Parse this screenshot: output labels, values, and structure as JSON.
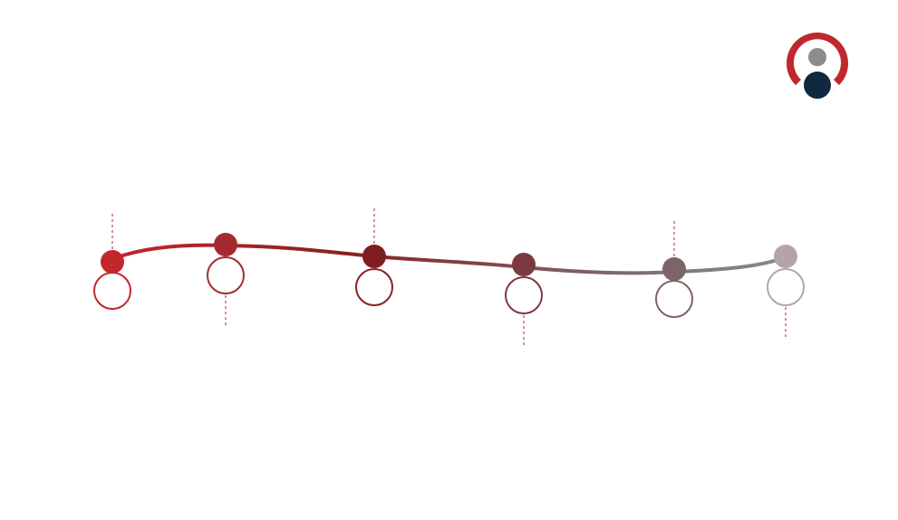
{
  "timeline": {
    "stops": [
      {
        "dot_color": "#c1272d",
        "ring_color": "#c1272d",
        "connector": "up"
      },
      {
        "dot_color": "#a52a2f",
        "ring_color": "#a52a2f",
        "connector": "down"
      },
      {
        "dot_color": "#7f1d1f",
        "ring_color": "#8a2024",
        "connector": "up"
      },
      {
        "dot_color": "#7b3a3f",
        "ring_color": "#7b3a3f",
        "connector": "down"
      },
      {
        "dot_color": "#7c6467",
        "ring_color": "#7c6467",
        "connector": "up"
      },
      {
        "dot_color": "#b5a4a7",
        "ring_color": "#b5a4a7",
        "connector": "down"
      }
    ],
    "line_gradient": [
      "#c1272d",
      "#8a1f22",
      "#7b6a6c",
      "#8a8a8a"
    ],
    "connector_color": "#a52a2f"
  },
  "logo": {
    "ring_color": "#c1272d",
    "head_color": "#8c8c8c",
    "body_color": "#0f2a40"
  }
}
